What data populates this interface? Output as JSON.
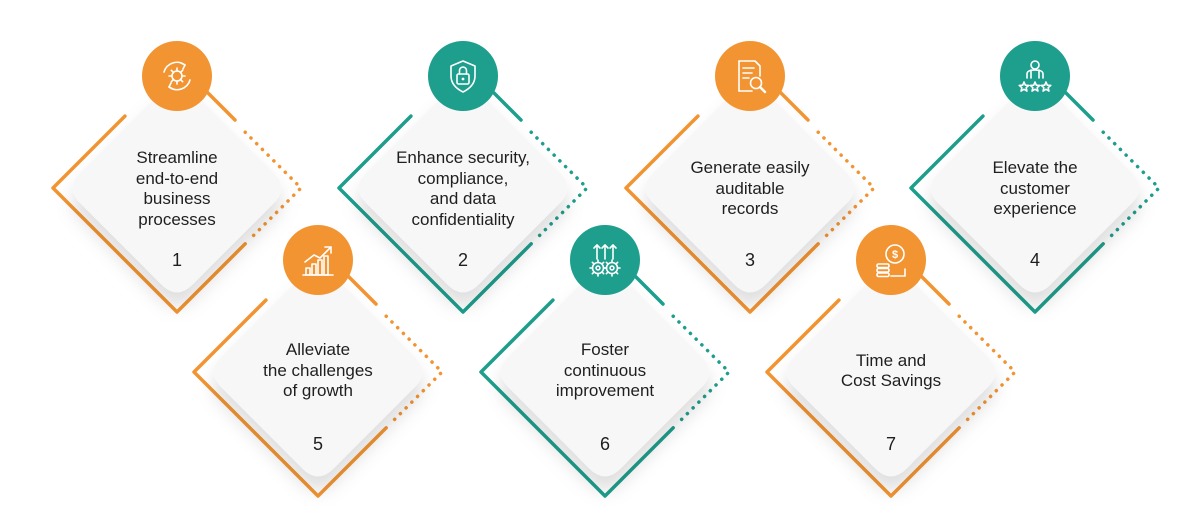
{
  "colors": {
    "orange": "#F39432",
    "teal": "#1E9E8D",
    "card_face": "#F7F7F7",
    "text": "#1F1F1F"
  },
  "cards": [
    {
      "number": "1",
      "lines": [
        "Streamline",
        "end-to-end",
        "business",
        "processes"
      ],
      "color": "orange",
      "icon": "gear-cycle-icon"
    },
    {
      "number": "2",
      "lines": [
        "Enhance security,",
        "compliance,",
        "and data",
        "confidentiality"
      ],
      "color": "teal",
      "icon": "shield-lock-icon"
    },
    {
      "number": "3",
      "lines": [
        "Generate easily",
        "auditable",
        "records"
      ],
      "color": "orange",
      "icon": "document-search-icon"
    },
    {
      "number": "4",
      "lines": [
        "Elevate the",
        "customer",
        "experience"
      ],
      "color": "teal",
      "icon": "customer-stars-icon"
    },
    {
      "number": "5",
      "lines": [
        "Alleviate",
        "the challenges",
        "of growth"
      ],
      "color": "orange",
      "icon": "growth-chart-icon"
    },
    {
      "number": "6",
      "lines": [
        "Foster",
        "continuous",
        "improvement"
      ],
      "color": "teal",
      "icon": "gears-arrows-icon"
    },
    {
      "number": "7",
      "lines": [
        "Time and",
        "Cost Savings"
      ],
      "color": "orange",
      "icon": "coin-clock-icon"
    }
  ]
}
